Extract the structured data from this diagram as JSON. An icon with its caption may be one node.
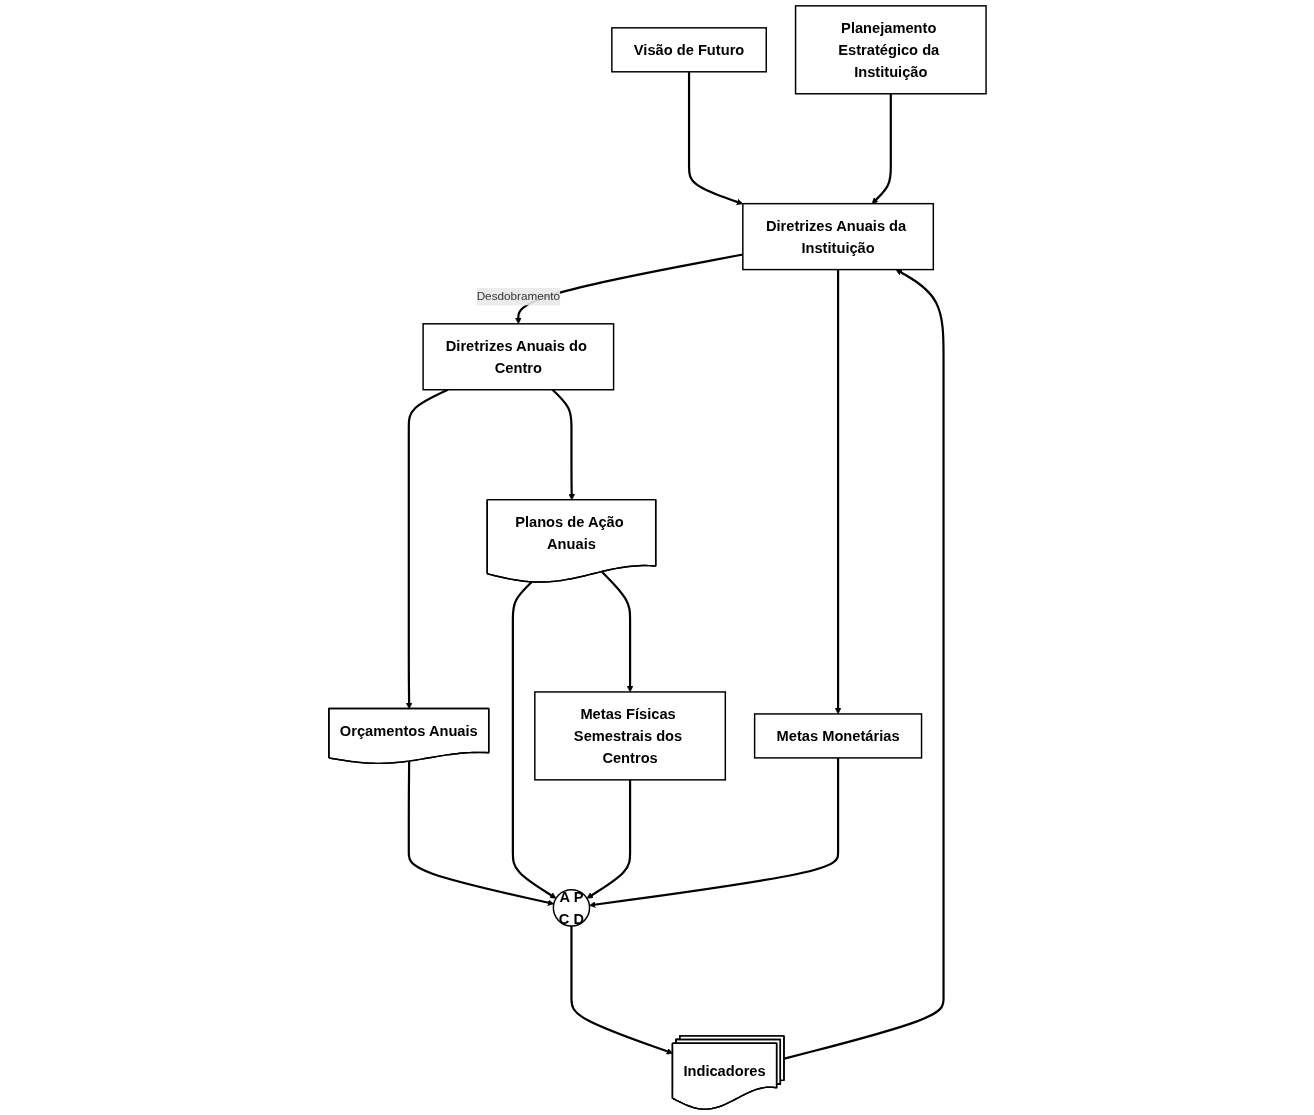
{
  "diagram": {
    "nodes": [
      {
        "text": [
          "Visão de Futuro"
        ]
      },
      {
        "text": [
          "Diretrizes Anuais da Instituição"
        ]
      },
      {
        "text": [
          "Planejamento Estratégico da Instituição"
        ]
      },
      {
        "text": [
          "Indicadores"
        ]
      },
      {
        "text": [
          "Diretrizes Anuais do Centro"
        ]
      },
      {
        "text": [
          "Orçamentos Anuais"
        ]
      },
      {
        "text": [
          "Planos de Ação Anuais"
        ]
      },
      {
        "text": [
          "Metas Físicas Semestrais dos Centros"
        ]
      },
      {
        "text": [
          "Metas Monetárias"
        ]
      },
      {
        "text": [
          "A",
          "P",
          "C",
          "D"
        ]
      }
    ],
    "edges": [
      {
        "from": 0,
        "to": 1,
        "arrow": "to"
      },
      {
        "from": 2,
        "to": 1,
        "arrow": "to"
      },
      {
        "from": 3,
        "to": 1,
        "arrow": "to"
      },
      {
        "from": 1,
        "to": 4,
        "label": "Desdobramento",
        "arrow": "to"
      },
      {
        "from": 4,
        "to": 5,
        "arrow": "to"
      },
      {
        "from": 4,
        "to": 6,
        "arrow": "to"
      },
      {
        "from": 1,
        "to": 8,
        "arrow": "to"
      },
      {
        "from": 5,
        "to": 9,
        "arrow": "to"
      },
      {
        "from": 6,
        "to": 9,
        "arrow": "to"
      },
      {
        "from": 6,
        "to": 7,
        "arrow": "to"
      },
      {
        "from": 7,
        "to": 9,
        "arrow": "to"
      },
      {
        "from": 8,
        "to": 9,
        "arrow": "to"
      },
      {
        "from": 9,
        "to": 3,
        "arrow": "to"
      }
    ]
  }
}
